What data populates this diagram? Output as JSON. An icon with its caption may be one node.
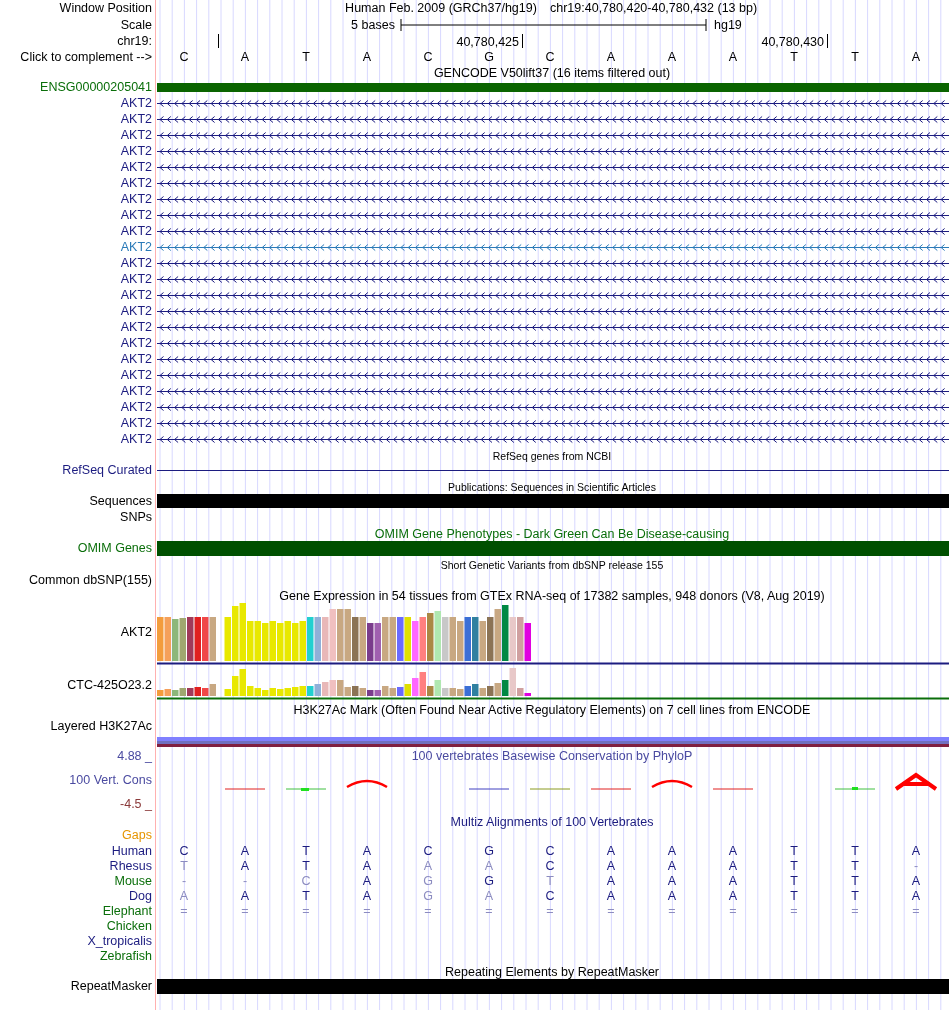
{
  "diagram": {
    "labels": [
      "Window Position",
      "Human Feb. 2009 (GRCh37/hg19)",
      "chr19:40,780,420-40,780,432 (13 bp)",
      "Scale",
      "5 bases",
      "hg19",
      "chr19:",
      "40,780,425",
      "40,780,430",
      "Click to complement -->",
      "C",
      "A",
      "T",
      "A",
      "C",
      "G",
      "C",
      "A",
      "A",
      "A",
      "T",
      "T",
      "A",
      "GENCODE V50lift37 (16 items filtered out)",
      "ENSG00000205041",
      "AKT2",
      "AKT2",
      "AKT2",
      "AKT2",
      "AKT2",
      "AKT2",
      "AKT2",
      "AKT2",
      "AKT2",
      "AKT2",
      "AKT2",
      "AKT2",
      "AKT2",
      "AKT2",
      "AKT2",
      "AKT2",
      "AKT2",
      "AKT2",
      "AKT2",
      "AKT2",
      "AKT2",
      "AKT2",
      "RefSeq genes from NCBI",
      "RefSeq Curated",
      "Publications: Sequences in Scientific Articles",
      "Sequences",
      "SNPs",
      "OMIM Gene Phenotypes - Dark Green Can Be Disease-causing",
      "OMIM Genes",
      "Short Genetic Variants from dbSNP release 155",
      "Common dbSNP(155)",
      "Gene Expression in 54 tissues from GTEx RNA-seq of 17382 samples, 948 donors (V8, Aug 2019)",
      "AKT2",
      "CTC-425O23.2",
      "H3K27Ac Mark (Often Found Near Active Regulatory Elements) on 7 cell lines from ENCODE",
      "Layered H3K27Ac",
      "4.88 _",
      "100 vertebrates Basewise Conservation by PhyloP",
      "100 Vert. Cons",
      "-4.5 _",
      "Multiz Alignments of 100 Vertebrates",
      "Gaps",
      "Human",
      "C",
      "A",
      "T",
      "A",
      "C",
      "G",
      "C",
      "A",
      "A",
      "A",
      "T",
      "T",
      "A",
      "Rhesus",
      "T",
      "A",
      "T",
      "A",
      "A",
      "A",
      "C",
      "A",
      "A",
      "A",
      "T",
      "T",
      "-",
      "Mouse",
      "-",
      "-",
      "C",
      "A",
      "G",
      "G",
      "T",
      "A",
      "A",
      "A",
      "T",
      "T",
      "A",
      "Dog",
      "A",
      "A",
      "T",
      "A",
      "G",
      "A",
      "C",
      "A",
      "A",
      "A",
      "T",
      "T",
      "A",
      "Elephant",
      "=",
      "=",
      "=",
      "=",
      "=",
      "=",
      "=",
      "=",
      "=",
      "=",
      "=",
      "=",
      "=",
      "Chicken",
      "X_tropicalis",
      "Zebrafish",
      "Repeating Elements by RepeatMasker",
      "RepeatMasker"
    ]
  }
}
